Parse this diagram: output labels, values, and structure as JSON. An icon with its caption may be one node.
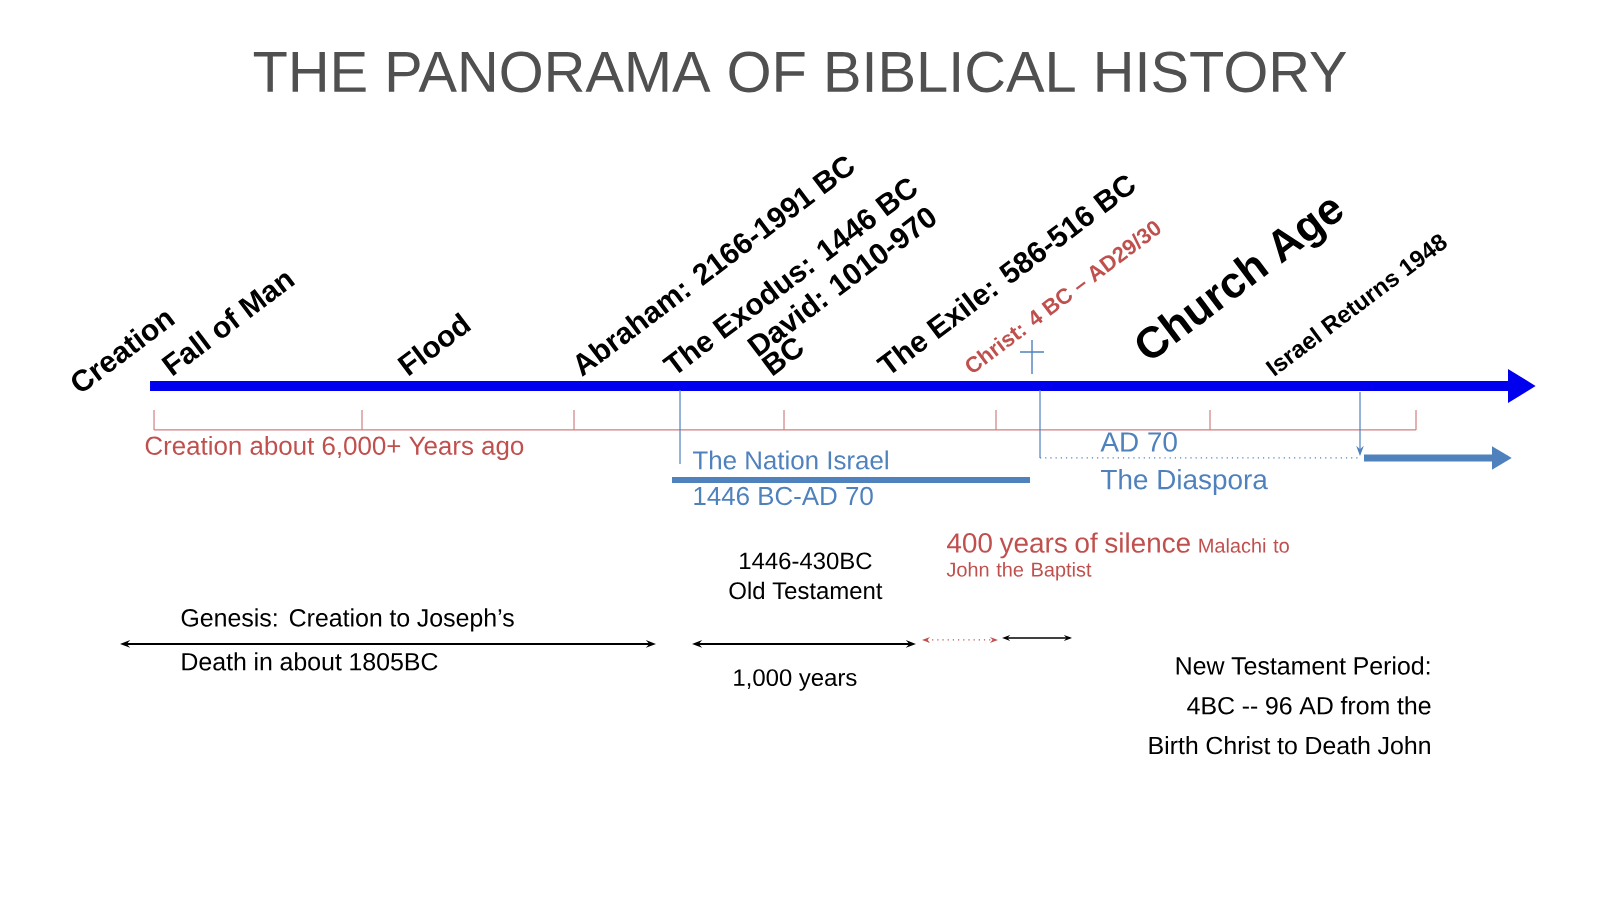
{
  "diagram": {
    "title": "THE PANORAMA OF BIBLICAL HISTORY",
    "labels": [
      "Creation",
      "Fall of Man",
      "Flood",
      "Abraham: 2166-1991 BC",
      "The Exodus: 1446 BC",
      "David: 1010-970 BC",
      "The Exile: 586-516 BC",
      "Christ: 4 BC – AD29/30",
      "Church Age",
      "Israel Returns 1948",
      "Creation about 6,000+ Years ago",
      "The Nation Israel",
      "1446 BC-AD 70",
      "AD 70",
      "The Diaspora",
      "1446-430BC  Old Testament",
      "400 years of silence",
      "Malachi to John the Baptist",
      "Genesis: Creation to Joseph’s Death in about 1805BC",
      "1,000 years",
      "New Testament Period: 4BC -- 96 AD from the Birth Christ to Death John"
    ]
  }
}
